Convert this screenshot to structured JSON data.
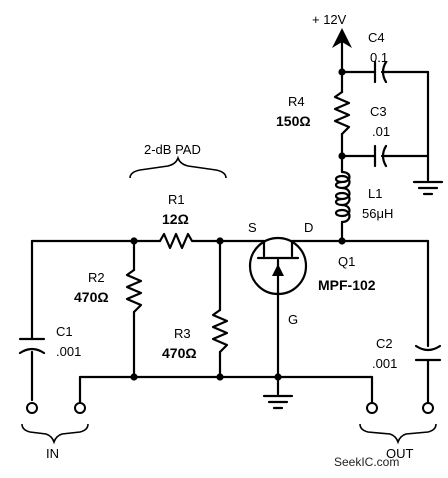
{
  "supply": {
    "label": "+ 12V"
  },
  "c4": {
    "ref": "C4",
    "value": "0.1"
  },
  "c3": {
    "ref": "C3",
    "value": ".01"
  },
  "r4": {
    "ref": "R4",
    "value": "150Ω"
  },
  "l1": {
    "ref": "L1",
    "value": "56μH"
  },
  "pad": {
    "label": "2-dB PAD"
  },
  "r1": {
    "ref": "R1",
    "value": "12Ω"
  },
  "r2": {
    "ref": "R2",
    "value": "470Ω"
  },
  "r3": {
    "ref": "R3",
    "value": "470Ω"
  },
  "c1": {
    "ref": "C1",
    "value": ".001"
  },
  "c2": {
    "ref": "C2",
    "value": ".001"
  },
  "q1": {
    "ref": "Q1",
    "part": "MPF-102",
    "source": "S",
    "drain": "D",
    "gate": "G"
  },
  "ports": {
    "in": "IN",
    "out": "OUT"
  },
  "watermark": "SeekIC.com"
}
